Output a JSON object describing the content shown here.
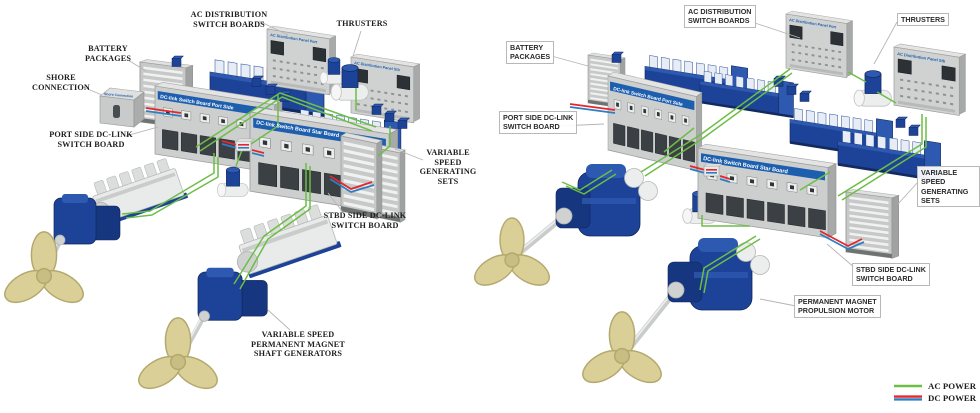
{
  "figure": {
    "description": "Two isometric diagrams of a marine hybrid electric power and propulsion plant"
  },
  "colors": {
    "ac_power": "#6CBE45",
    "dc_power_red": "#E5262B",
    "dc_power_blue": "#2E7FC2",
    "equipment_blue": "#1C4398",
    "panel_gray": "#CDCFCE",
    "propeller_tan": "#D9CF97"
  },
  "left_diagram": {
    "labels": {
      "ac_distribution": "AC DISTRIBUTION\nSWITCH BOARDS",
      "thrusters": "THRUSTERS",
      "battery": "BATTERY\nPACKAGES",
      "shore": "SHORE\nCONNECTION",
      "port_dc": "PORT SIDE DC-LINK\nSWITCH BOARD",
      "vs_gensets": "VARIABLE\nSPEED\nGENERATING\nSETS",
      "stbd_dc": "STBD SIDE DC-LINK\nSWITCH BOARD",
      "pm_shaft_generators": "VARIABLE SPEED\nPERMANENT MAGNET\nSHAFT GENERATORS"
    },
    "equipment_texts": {
      "shore_box": "Shore Connection",
      "ac_panel_port": "AC Distribution Panel Port",
      "ac_panel_stbd": "AC Distribution Panel Stb",
      "dc_board_port": "DC-link Switch Board Port Side",
      "dc_board_stbd": "DC-link Switch Board Star Board"
    }
  },
  "right_diagram": {
    "labels": {
      "ac_distribution": "AC DISTRIBUTION\nSWITCH BOARDS",
      "thrusters": "THRUSTERS",
      "battery": "BATTERY\nPACKAGES",
      "port_dc": "PORT SIDE DC-LINK\nSWITCH BOARD",
      "vs_gensets": "VARIABLE SPEED\nGENERATING SETS",
      "stbd_dc": "STBD SIDE DC-LINK\nSWITCH BOARD",
      "pm_motor": "PERMANENT MAGNET\nPROPULSION MOTOR"
    },
    "equipment_texts": {
      "ac_panel_port": "AC Distribution Panel Port",
      "ac_panel_stbd": "AC Distribution Panel Stb",
      "dc_board_port": "DC-link Switch Board Port Side",
      "dc_board_stbd": "DC-link Switch Board Star Board"
    }
  },
  "legend": {
    "ac": {
      "label": "AC POWER",
      "color": "#6CBE45"
    },
    "dc": {
      "label": "DC POWER",
      "colors": [
        "#E5262B",
        "#2E7FC2"
      ]
    }
  }
}
